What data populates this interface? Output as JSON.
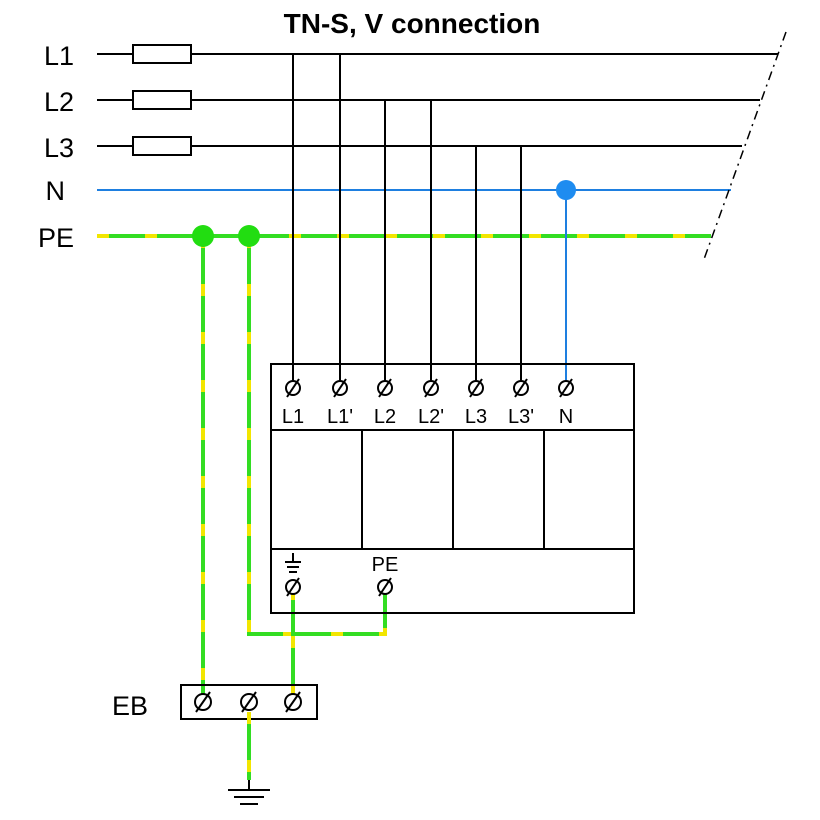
{
  "title": "TN-S, V connection",
  "supply_lines": [
    {
      "label": "L1",
      "conductor": "line",
      "fuse": true
    },
    {
      "label": "L2",
      "conductor": "line",
      "fuse": true
    },
    {
      "label": "L3",
      "conductor": "line",
      "fuse": true
    },
    {
      "label": "N",
      "conductor": "neutral",
      "fuse": false
    },
    {
      "label": "PE",
      "conductor": "protective-earth",
      "fuse": false
    }
  ],
  "device": {
    "top_terminals": [
      "L1",
      "L1'",
      "L2",
      "L2'",
      "L3",
      "L3'",
      "N"
    ],
    "module_count": 4,
    "bottom_terminals": {
      "earth_symbol": "earth-icon",
      "pe_label": "PE"
    }
  },
  "equipotential_bar": {
    "label": "EB",
    "terminal_count": 3,
    "earth_symbol": "earth-icon"
  },
  "colors": {
    "line_conductor": "#000000",
    "neutral": "#1e7fe0",
    "neutral_junction": "#1e8cf0",
    "pe_green": "#33dd22",
    "pe_yellow": "#f2e600",
    "pe_junction": "#22dd11"
  }
}
